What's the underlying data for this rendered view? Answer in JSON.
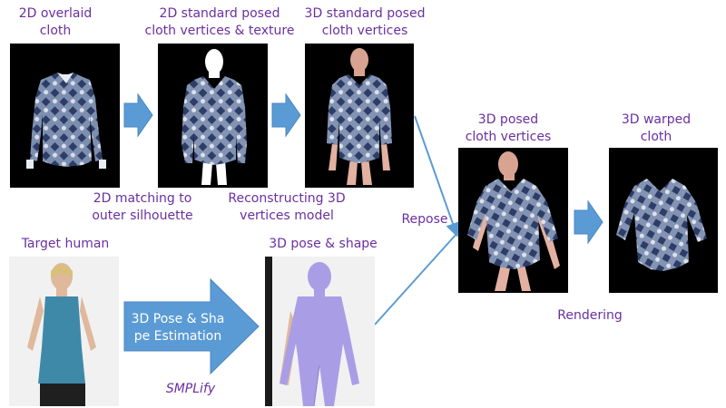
{
  "labels": {
    "overlaid": "2D overlaid\ncloth",
    "standard_texture": "2D standard posed\ncloth vertices & texture",
    "standard_3d": "3D standard posed\ncloth vertices",
    "posed_3d": "3D posed\ncloth vertices",
    "warped_3d": "3D warped\ncloth",
    "matching": "2D matching to\nouter silhouette",
    "reconstructing": "Reconstructing 3D\nvertices model",
    "repose": "Repose",
    "target_human": "Target human",
    "pose_shape": "3D pose & shape",
    "estimation": "3D Pose & Sha\npe Estimation",
    "smplify": "SMPLify",
    "rendering": "Rendering"
  },
  "colors": {
    "label_text": "#6a2fa0",
    "arrow_fill": "#5b9bd5",
    "connector": "#5b9bd5",
    "panel_bg": "#000000",
    "body_mesh": "#a99ee6",
    "cloth_pattern": "#6b7fa3"
  }
}
